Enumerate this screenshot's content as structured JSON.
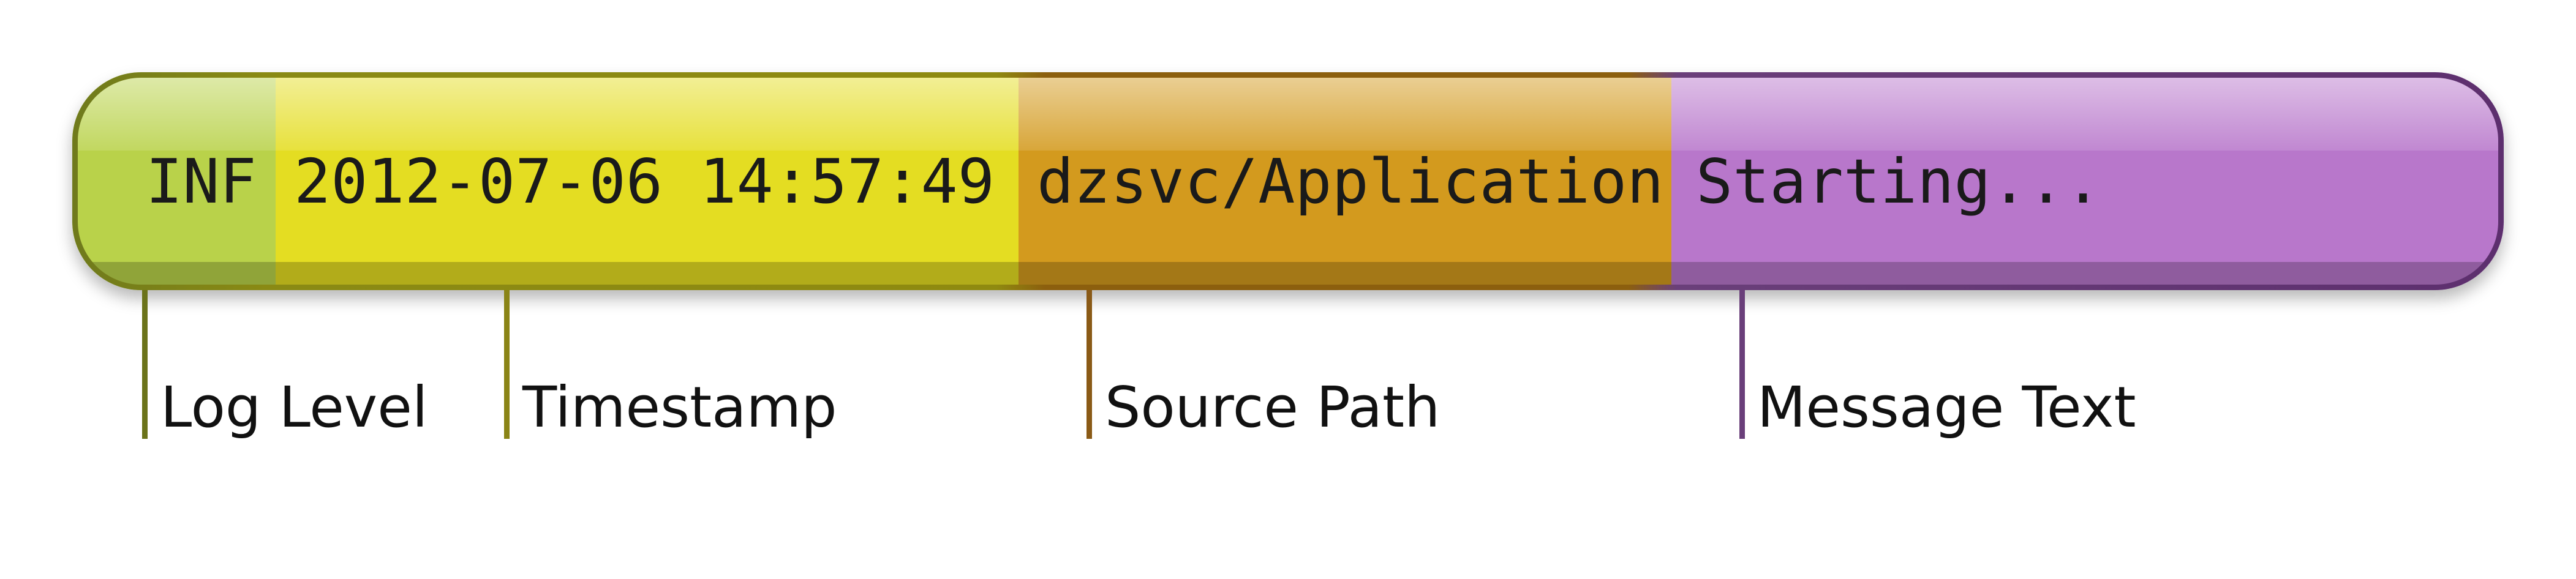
{
  "log_line": {
    "level": "INF",
    "timestamp": "2012-07-06 14:57:49",
    "source_path": "dzsvc/Application",
    "message": "Starting..."
  },
  "labels": {
    "level": "Log Level",
    "timestamp": "Timestamp",
    "source_path": "Source Path",
    "message": "Message Text"
  },
  "colors": {
    "level": "#b9d24a",
    "timestamp": "#e4dd22",
    "source_path": "#d39a1e",
    "message": "#b877cb"
  }
}
